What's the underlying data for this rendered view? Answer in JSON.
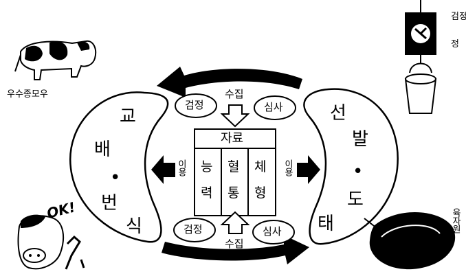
{
  "left_blob": {
    "chars": [
      "교",
      "배",
      "•",
      "번",
      "식"
    ]
  },
  "right_blob": {
    "chars": [
      "선",
      "발",
      "•",
      "도",
      "태"
    ]
  },
  "center_table": {
    "header": "자료",
    "columns": [
      [
        "능",
        "력"
      ],
      [
        "혈",
        "통"
      ],
      [
        "체",
        "형"
      ]
    ]
  },
  "top_labels": {
    "inspect": "검정",
    "collect": "수집",
    "review": "심사"
  },
  "bottom_labels": {
    "inspect": "검정",
    "collect": "수집",
    "review": "심사"
  },
  "use_left": "이용",
  "use_right": "이용",
  "cow_caption": "우수종모우",
  "milk_label": "검정",
  "milk_label_2": "정",
  "meat_label": "육자원",
  "ok_text": "OK!"
}
